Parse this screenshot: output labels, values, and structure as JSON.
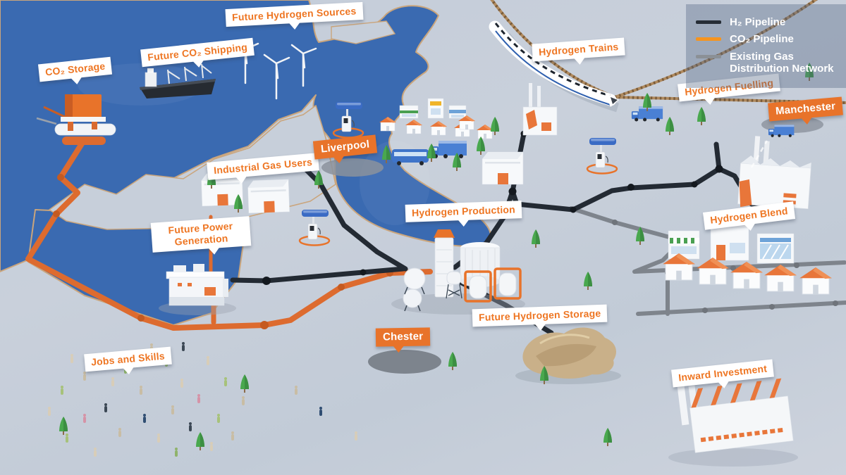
{
  "legend": {
    "items": [
      {
        "label": "H₂ Pipeline",
        "color": "#262d36"
      },
      {
        "label": "CO₂ Pipeline",
        "color": "#f6941e"
      },
      {
        "label": "Existing Gas Distribution Network",
        "color": "#8b9096"
      }
    ]
  },
  "callouts": {
    "future_hydrogen_sources": "Future Hydrogen Sources",
    "future_co2_shipping": "Future CO₂ Shipping",
    "co2_storage": "CO₂ Storage",
    "hydrogen_trains": "Hydrogen Trains",
    "hydrogen_fuelling": "Hydrogen Fuelling",
    "industrial_gas_users": "Industrial Gas Users",
    "hydrogen_production": "Hydrogen Production",
    "hydrogen_blend": "Hydrogen Blend",
    "future_power_generation": "Future Power Generation",
    "future_hydrogen_storage": "Future Hydrogen Storage",
    "jobs_and_skills": "Jobs and Skills",
    "inward_investment": "Inward Investment"
  },
  "cities": {
    "liverpool": "Liverpool",
    "manchester": "Manchester",
    "chester": "Chester"
  },
  "colors": {
    "h2_pipeline": "#232a33",
    "co2_pipeline": "#dd6b2f",
    "gas_network": "#7e848c",
    "water": "#3a6ab1",
    "land": "#c6ceda",
    "label_text_orange": "#ee7623",
    "city_label_bg": "#e8732a"
  }
}
